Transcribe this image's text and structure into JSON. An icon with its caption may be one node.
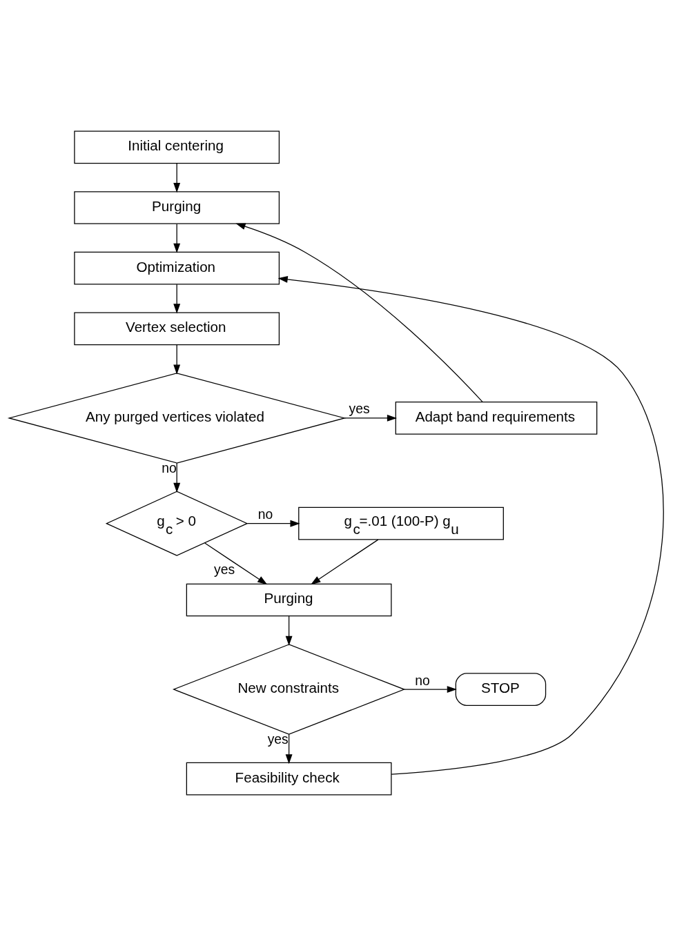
{
  "diagram": {
    "nodes": [
      {
        "text": [
          "Initial centering"
        ]
      },
      {
        "text": [
          "Purging"
        ]
      },
      {
        "text": [
          "Optimization"
        ]
      },
      {
        "text": [
          "Vertex selection"
        ]
      },
      {
        "text": [
          "Any purged vertices violated"
        ]
      },
      {
        "text": [
          "Adapt band requirements"
        ]
      },
      {
        "text": [
          "g$_{c}$ > 0"
        ]
      },
      {
        "text": [
          "g$_{c}$=.01 (100-P) g$_{u}$"
        ]
      },
      {
        "text": [
          "Purging"
        ]
      },
      {
        "text": [
          "New constraints"
        ]
      },
      {
        "text": [
          "STOP"
        ]
      },
      {
        "text": [
          "Feasibility check"
        ]
      }
    ],
    "edges": [
      {
        "from": 0,
        "to": 1,
        "arrow": "to"
      },
      {
        "from": 1,
        "to": 2,
        "arrow": "to"
      },
      {
        "from": 2,
        "to": 3,
        "arrow": "to"
      },
      {
        "from": 3,
        "to": 4,
        "arrow": "to"
      },
      {
        "from": 4,
        "to": 5,
        "arrow": "to",
        "label": "yes"
      },
      {
        "from": 5,
        "to": 1,
        "arrow": "to"
      },
      {
        "from": 4,
        "to": 6,
        "arrow": "to",
        "label": "no"
      },
      {
        "from": 6,
        "to": 7,
        "arrow": "to",
        "label": "no"
      },
      {
        "from": 6,
        "to": 8,
        "arrow": "to",
        "label": "yes"
      },
      {
        "from": 7,
        "to": 8,
        "arrow": "to"
      },
      {
        "from": 8,
        "to": 9,
        "arrow": "to"
      },
      {
        "from": 9,
        "to": 10,
        "arrow": "to",
        "label": "no"
      },
      {
        "from": 9,
        "to": 11,
        "arrow": "to",
        "label": "yes"
      },
      {
        "from": 11,
        "to": 2,
        "arrow": "to"
      }
    ]
  }
}
